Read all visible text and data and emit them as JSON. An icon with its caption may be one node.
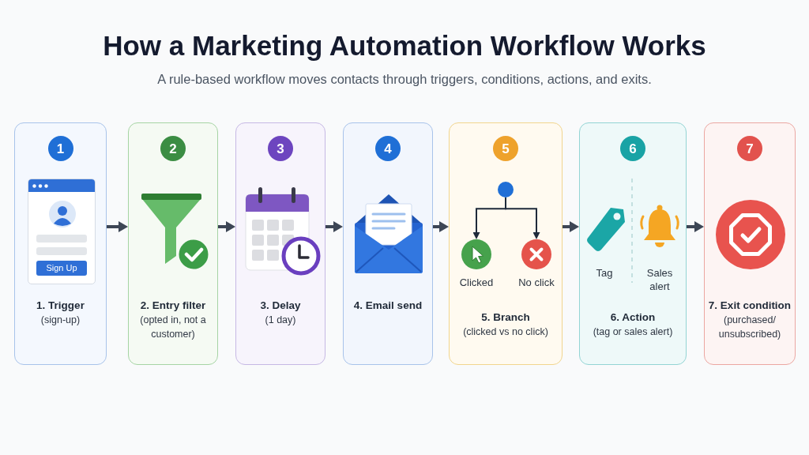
{
  "diagram": {
    "title": "How a Marketing Automation Workflow Works",
    "caption": "A rule-based workflow moves contacts through triggers, conditions, actions, and exits.",
    "nodes": [
      {
        "text": [
          "1. Trigger",
          "(sign-up)"
        ]
      },
      {
        "text": [
          "1"
        ],
        "in": 0
      },
      {
        "text": [
          "2. Entry filter",
          "(opted in, not a customer)"
        ]
      },
      {
        "text": [
          "2"
        ],
        "in": 2
      },
      {
        "text": [
          "3. Delay",
          "(1 day)"
        ]
      },
      {
        "text": [
          "3"
        ],
        "in": 4
      },
      {
        "text": [
          "4. Email send"
        ]
      },
      {
        "text": [
          "4"
        ],
        "in": 6
      },
      {
        "text": [
          "5. Branch",
          "(clicked vs no click)"
        ]
      },
      {
        "text": [
          "5"
        ],
        "in": 8
      },
      {
        "text": [],
        "shape": "circle",
        "in": 8
      },
      {
        "text": [
          "Clicked"
        ],
        "in": 8
      },
      {
        "text": [
          "No click"
        ],
        "in": 8
      },
      {
        "text": [
          "6. Action",
          "(tag or sales alert)"
        ]
      },
      {
        "text": [
          "6"
        ],
        "in": 13
      },
      {
        "text": [
          "7. Exit condition",
          "(purchased/ unsubscribed)"
        ]
      },
      {
        "text": [
          "7"
        ],
        "in": 15
      }
    ],
    "edges": [
      {
        "from": 0,
        "to": 2,
        "arrow": "to"
      },
      {
        "from": 2,
        "to": 4,
        "arrow": "to"
      },
      {
        "from": 4,
        "to": 6,
        "arrow": "to"
      },
      {
        "from": 6,
        "to": 8,
        "arrow": "to"
      },
      {
        "from": 8,
        "to": 13,
        "arrow": "to"
      },
      {
        "from": 13,
        "to": 15,
        "arrow": "to"
      },
      {
        "from": 10,
        "to": 11,
        "arrow": "to"
      },
      {
        "from": 10,
        "to": 12,
        "arrow": "to"
      }
    ],
    "labels": [
      "Sign Up",
      "Tag",
      "Sales alert"
    ]
  }
}
